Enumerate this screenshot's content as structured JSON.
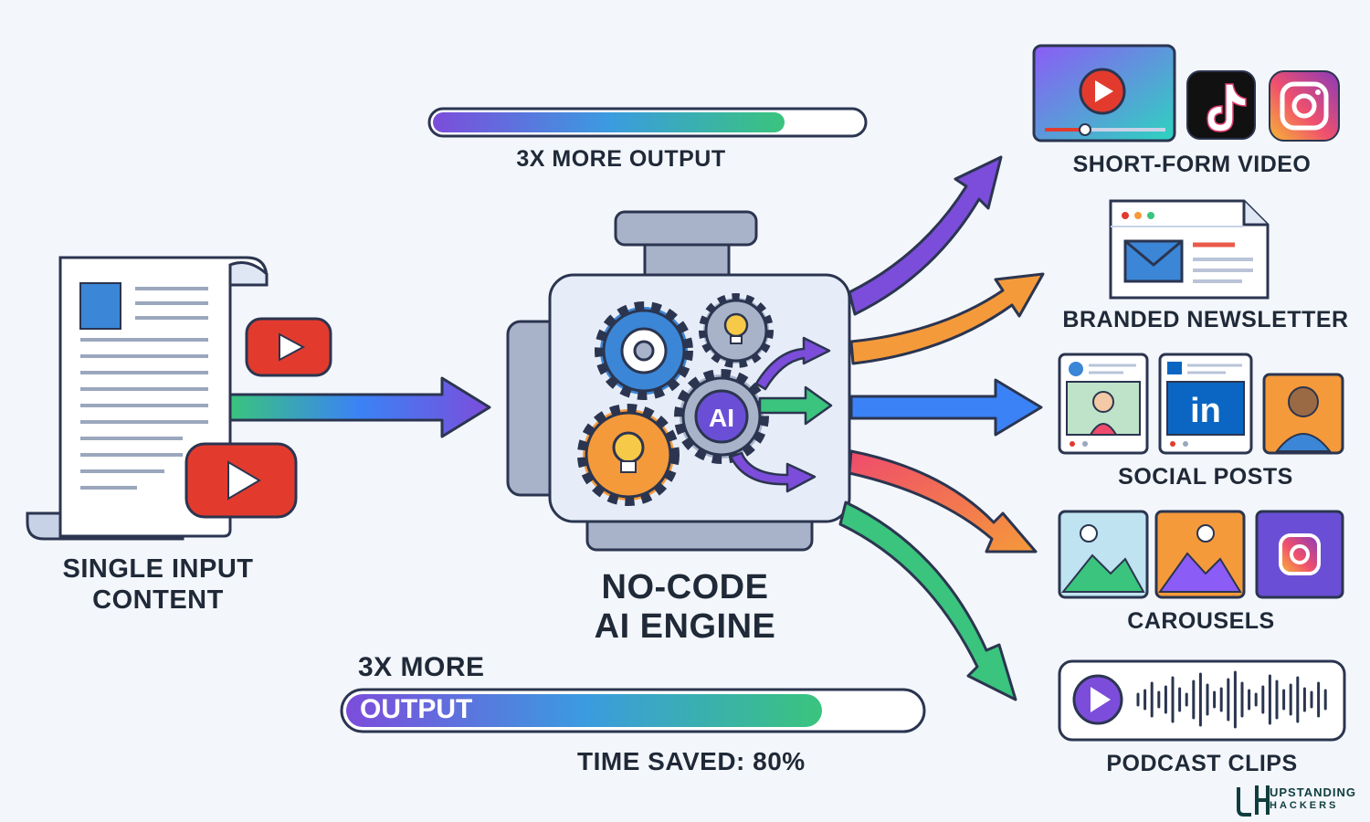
{
  "input": {
    "label_line1": "SINGLE INPUT",
    "label_line2": "CONTENT"
  },
  "engine": {
    "label_line1": "NO-CODE",
    "label_line2": "AI ENGINE",
    "chip_text": "AI"
  },
  "top_bar": {
    "caption": "3X MORE OUTPUT",
    "fill": 0.82
  },
  "bottom_bar": {
    "heading": "3X MORE",
    "inner_text": "OUTPUT",
    "caption": "TIME SAVED: 80%",
    "fill": 0.83
  },
  "outputs": [
    {
      "label": "SHORT-FORM VIDEO"
    },
    {
      "label": "BRANDED NEWSLETTER"
    },
    {
      "label": "SOCIAL POSTS",
      "linkedin_text": "in"
    },
    {
      "label": "CAROUSELS"
    },
    {
      "label": "PODCAST CLIPS"
    }
  ],
  "logo": {
    "line1": "UPSTANDING",
    "line2": "HACKERS",
    "mark": "UH"
  },
  "colors": {
    "outline": "#2b3550",
    "purple": "#7c4ddb",
    "blue": "#3b82f6",
    "green": "#3ac47d",
    "orange": "#f59a3a",
    "red": "#e23b2e",
    "panel": "#dfe7f5"
  }
}
